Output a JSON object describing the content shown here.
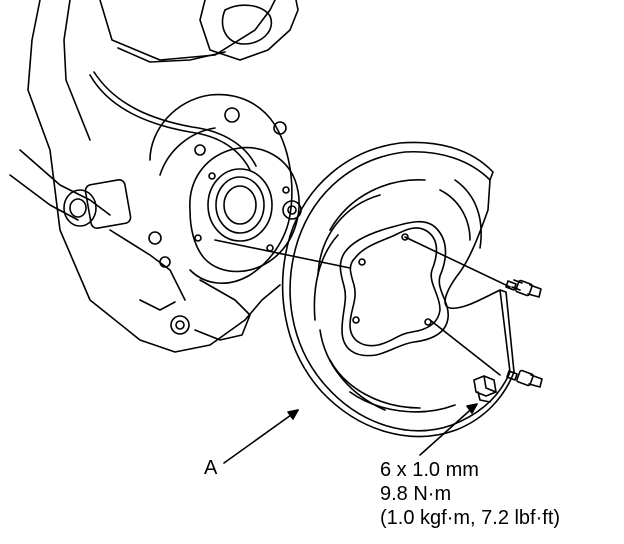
{
  "labels": {
    "part": "A",
    "spec_size": "6 x 1.0 mm",
    "spec_torque_nm": "9.8 N·m",
    "spec_torque_alt": "(1.0 kgf·m, 7.2 lbf·ft)"
  },
  "colors": {
    "line": "#000000",
    "background": "#ffffff"
  }
}
